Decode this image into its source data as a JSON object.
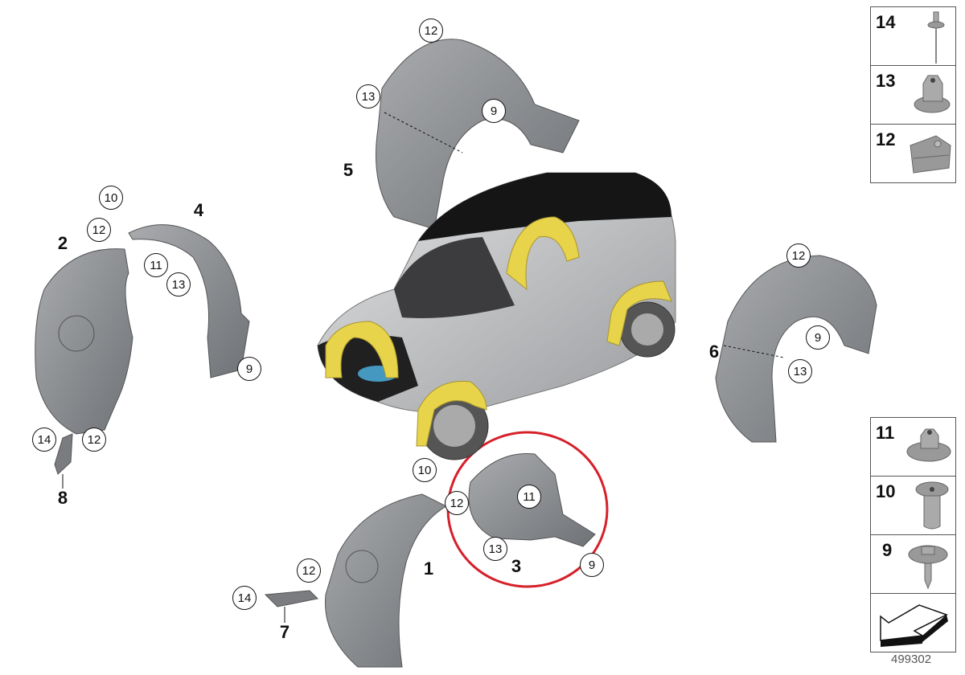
{
  "diagram": {
    "part_numbers": [
      "1",
      "2",
      "3",
      "4",
      "5",
      "6",
      "7",
      "8"
    ],
    "callouts": {
      "p5": [
        "12",
        "13",
        "9"
      ],
      "p4": [
        "10",
        "12",
        "11",
        "13",
        "9"
      ],
      "p6": [
        "12",
        "9",
        "13"
      ],
      "p8": [
        "14",
        "12"
      ],
      "p3": [
        "10",
        "12",
        "11",
        "13",
        "9"
      ],
      "p7": [
        "12",
        "14"
      ]
    },
    "highlight_color": "#d6202a",
    "liner_color": "#e8d44a",
    "part_color": "#8e9094"
  },
  "legend": {
    "top": [
      "14",
      "13",
      "12"
    ],
    "bottom": [
      "11",
      "10",
      "9"
    ]
  },
  "reference_number": "499302"
}
